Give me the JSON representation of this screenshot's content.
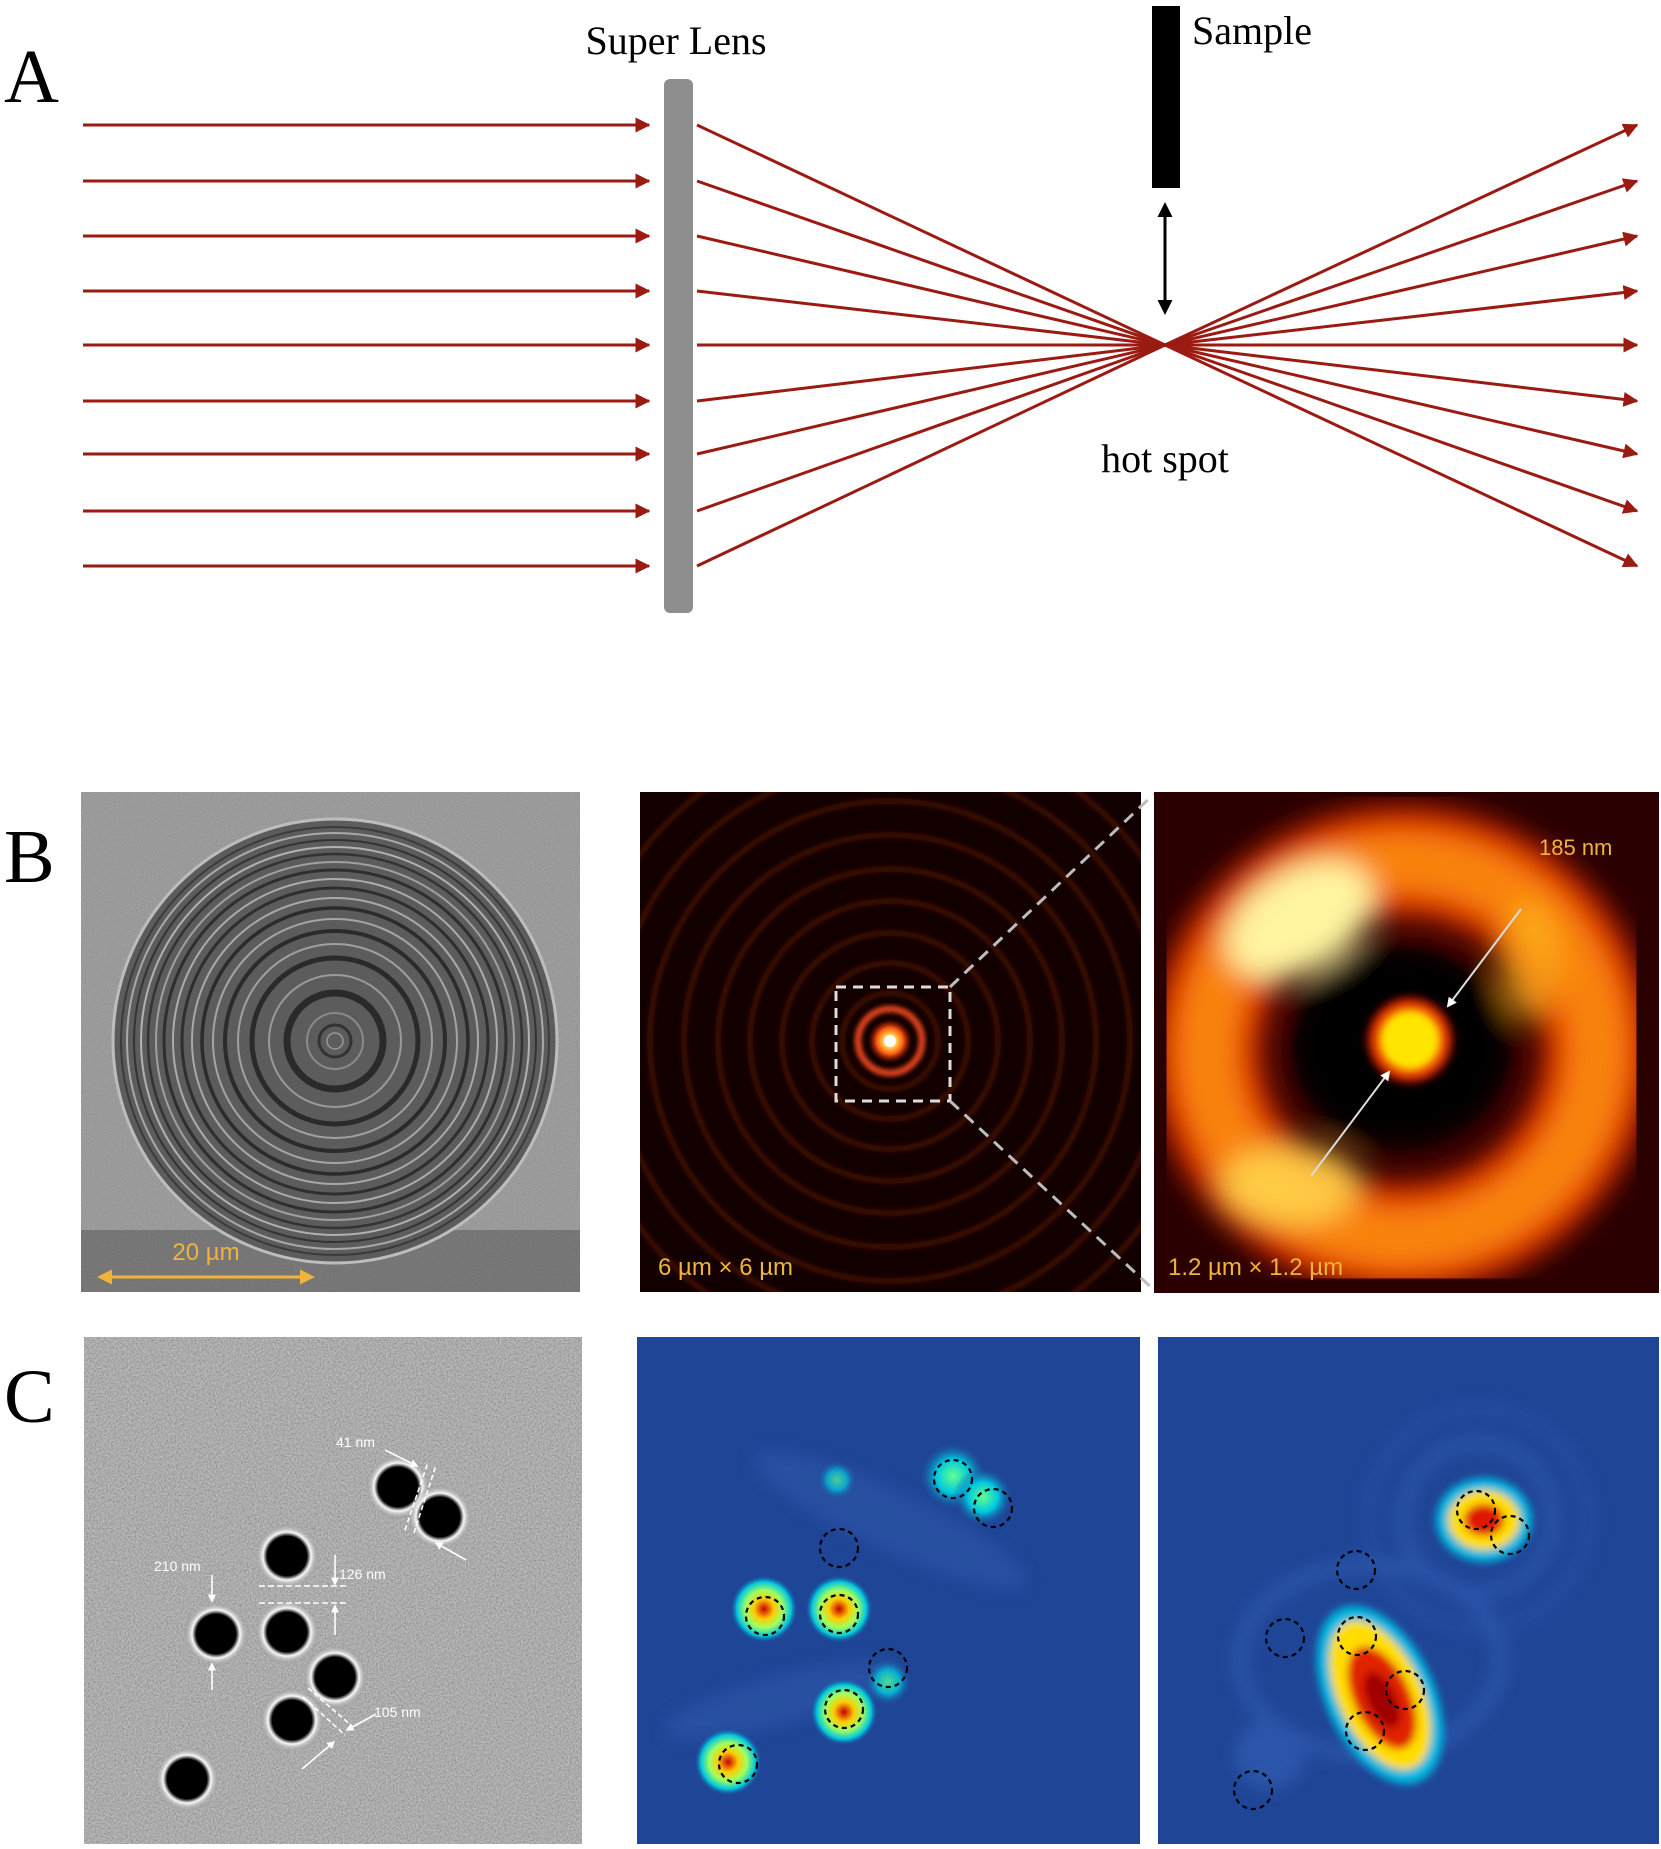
{
  "panels": {
    "A": {
      "letter": "A",
      "lens_label": "Super Lens",
      "sample_label": "Sample",
      "focus_label": "hot spot"
    },
    "B": {
      "letter": "B",
      "sem_scale": "20 µm",
      "field_size": "6 µm × 6 µm",
      "zoom_size": "1.2 µm × 1.2 µm",
      "spot_size": "185 nm"
    },
    "C": {
      "letter": "C",
      "gap_41": "41 nm",
      "gap_126": "126 nm",
      "gap_210": "210 nm",
      "gap_105": "105 nm"
    }
  },
  "colors": {
    "ray": "#9b1a12",
    "lens": "#8e8e8e",
    "scale_text": "#f0b43c",
    "jet_background": "#1f4596"
  }
}
